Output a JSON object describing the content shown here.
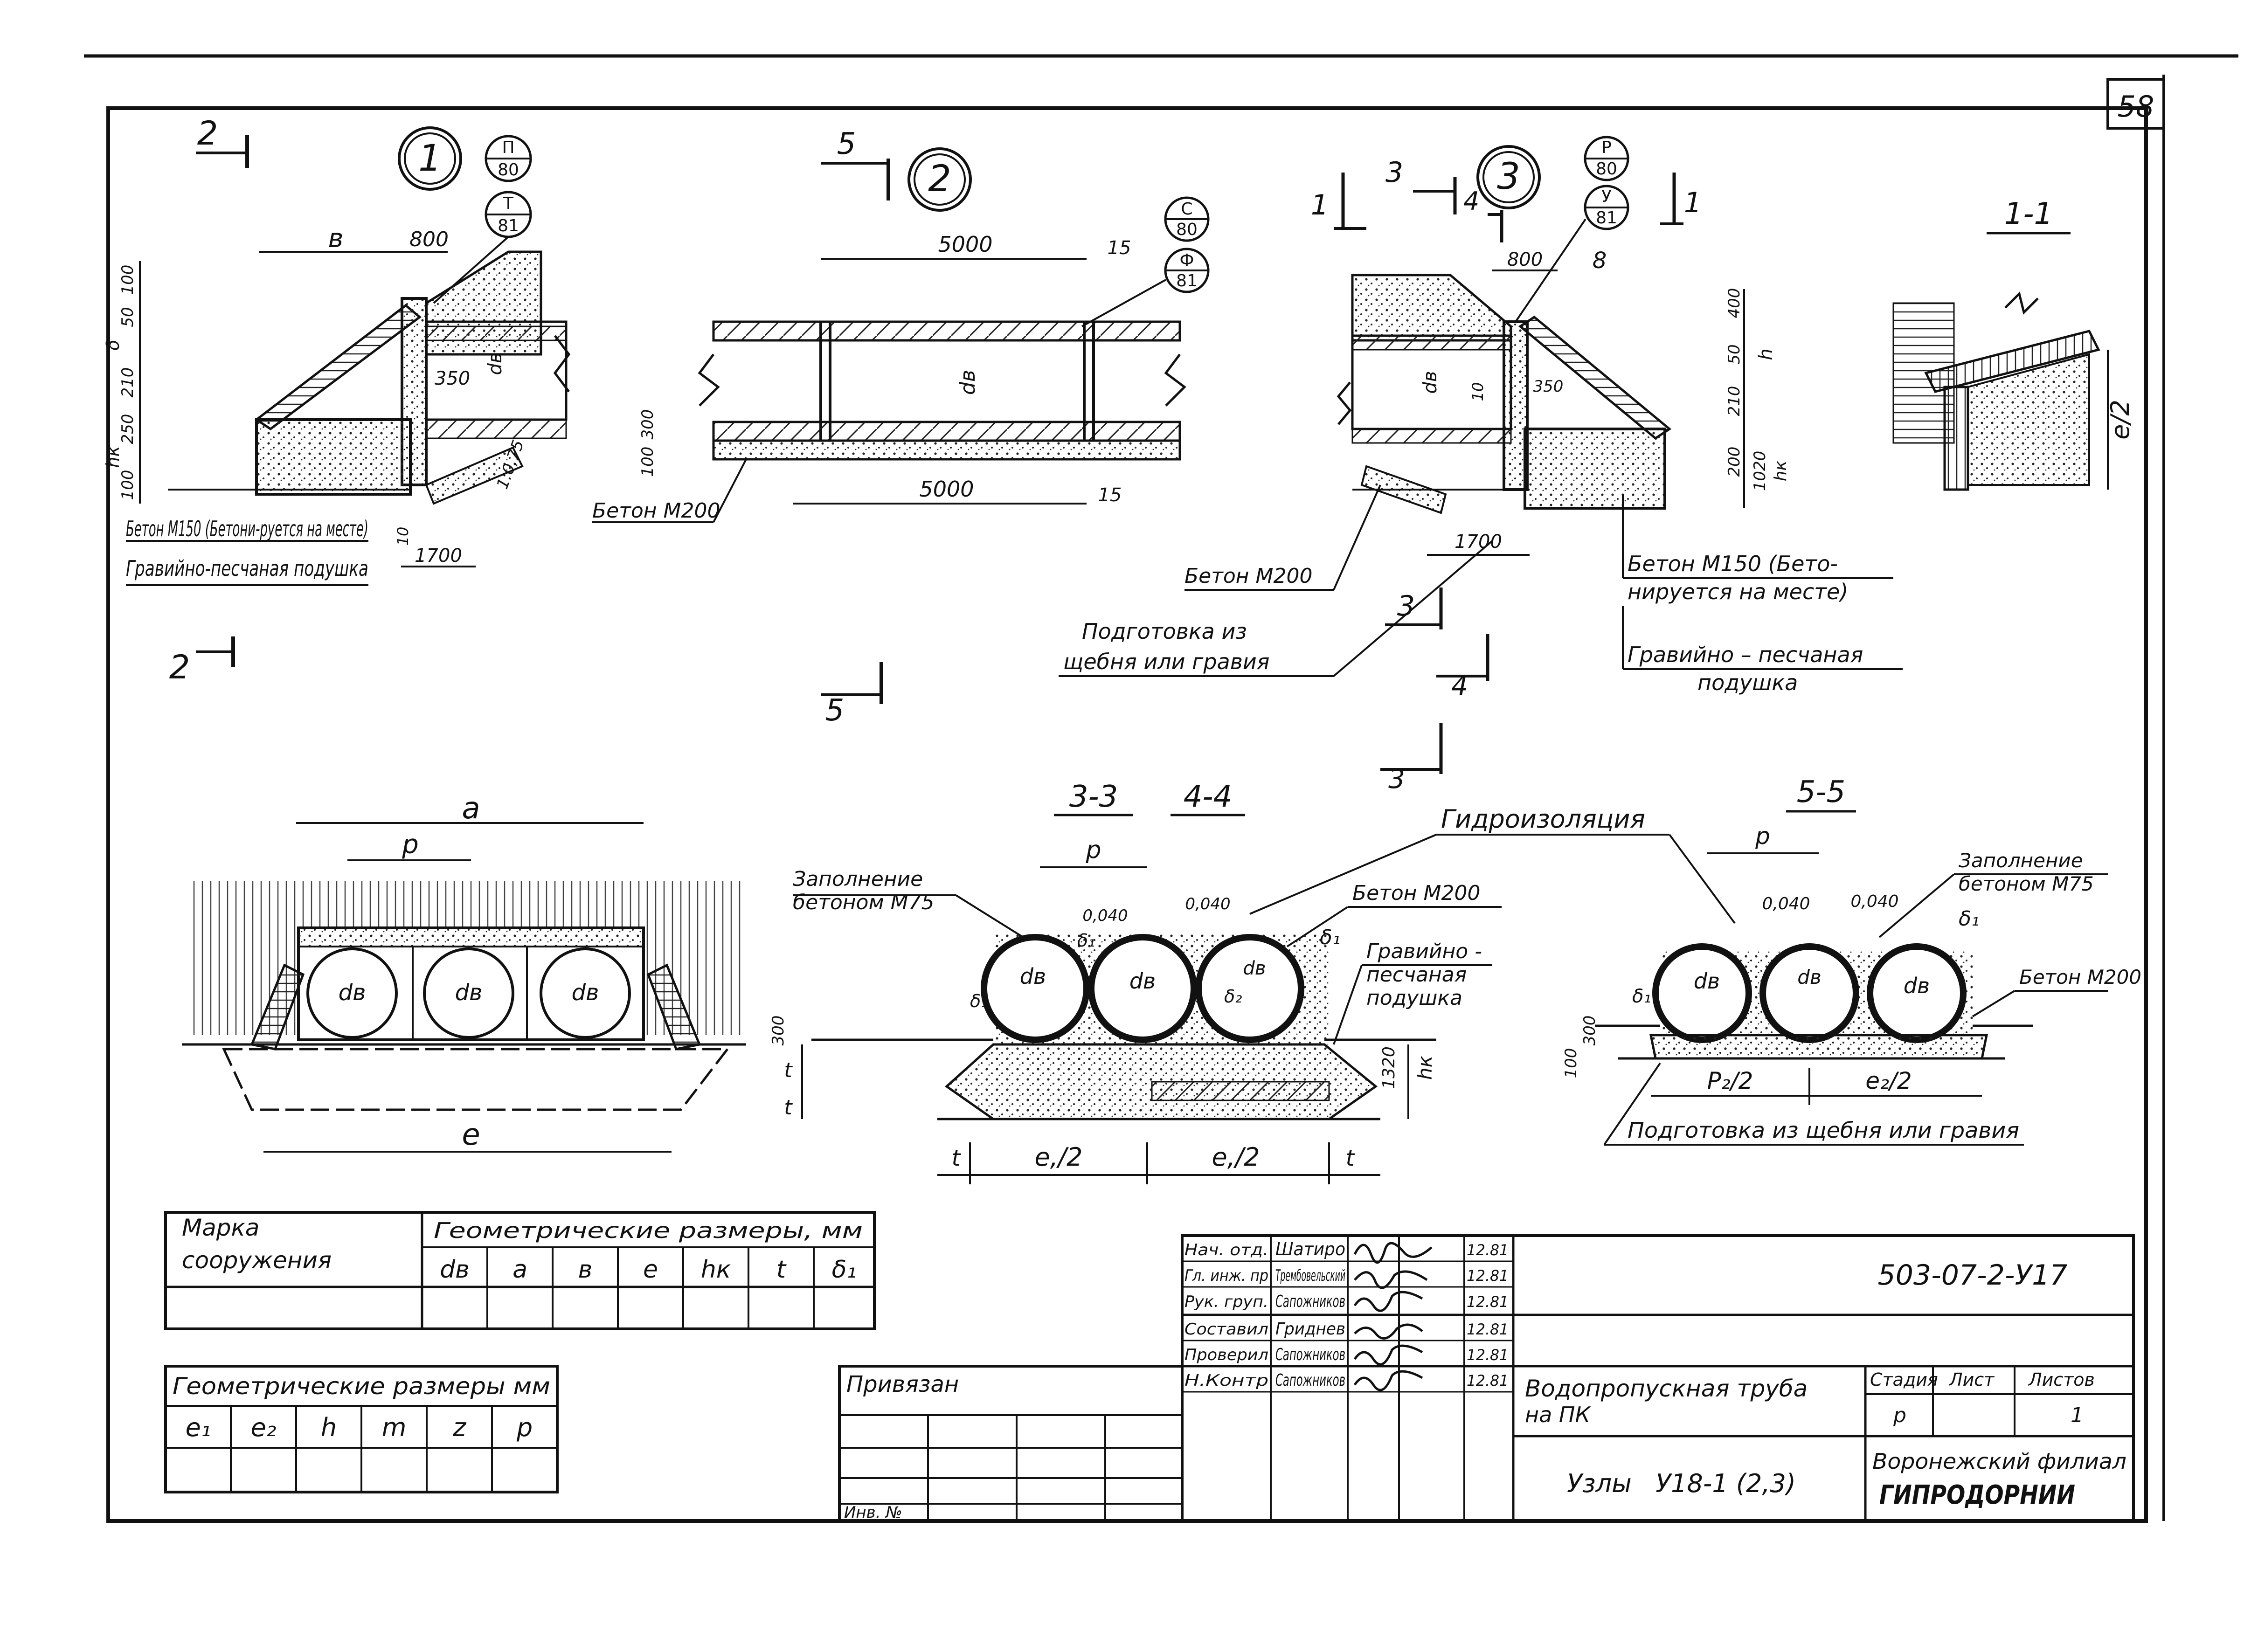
{
  "sheet_number": "58",
  "nodes": {
    "node1": {
      "number": "1",
      "ref_top": {
        "num": "П",
        "den": "80"
      },
      "ref_bottom": {
        "num": "Т",
        "den": "81"
      }
    },
    "node2": {
      "number": "2",
      "ref_top": {
        "num": "С",
        "den": "80"
      },
      "ref_bottom": {
        "num": "Ф",
        "den": "81"
      }
    },
    "node3": {
      "number": "3",
      "ref_top": {
        "num": "Р",
        "den": "80"
      },
      "ref_bottom": {
        "num": "У",
        "den": "81"
      }
    }
  },
  "section_marks": {
    "s2": "2",
    "s5": "5",
    "s1": "1",
    "s3": "3",
    "s4": "4"
  },
  "section_titles": {
    "t11": "1-1",
    "t33": "3-3",
    "t44": "4-4",
    "t55": "5-5"
  },
  "dims": {
    "b": "в",
    "d800": "800",
    "d5000": "5000",
    "d15": "15",
    "d350": "350",
    "d1700": "1700",
    "d8": "8",
    "d10": "10",
    "d100": "100",
    "d300": "300",
    "d1320": "1320",
    "d0040": "0,040",
    "a": "а",
    "p": "р",
    "e": "е",
    "e1half": "е,/2",
    "e2half": "е₂/2",
    "p2half": "Р₂/2",
    "t": "t",
    "hk": "hк",
    "dv": "dв",
    "e2": "е/2",
    "delta1": "δ₁",
    "delta2": "δ₂",
    "slope1": "1:0,75",
    "left_vertical": [
      "100",
      "50",
      "δ",
      "210",
      "250",
      "hк",
      "100"
    ],
    "right_vertical": [
      "400",
      "h",
      "50",
      "210",
      "200",
      "1020",
      "hк"
    ]
  },
  "annotations": {
    "concrete_m150": "Бетон М150 (Бетони-руется на месте)",
    "gravel_pad": "Гравийно-песчаная подушка",
    "concrete_m200_2": "Бетон М200",
    "concrete_m200_3": "Бетон М200",
    "prep_gravel": "Подготовка из щебня или гравия",
    "concrete_m150_right": "Бетон М150 (Бето-нируется на месте)",
    "gravel_pad_right": "Гравийно - песчаная подушка",
    "waterproofing": "Гидроизоляция",
    "fill_m75_a": "Заполнение бетоном М75",
    "concrete_m200_a": "Бетон М200",
    "gravel_pad_a": "Гравийно - песчаная подушка",
    "fill_m75_b": "Заполнение бетоном М75",
    "concrete_m200_b": "Бетон М200",
    "prep_gravel_b": "Подготовка из щебня или гравия"
  },
  "table1": {
    "col_mark": "Марка сооружения",
    "group": "Геометрические размеры, мм",
    "cols": [
      "dв",
      "а",
      "в",
      "е",
      "hк",
      "t",
      "δ₁"
    ]
  },
  "table2": {
    "group": "Геометрические размеры мм",
    "cols": [
      "е₁",
      "е₂",
      "h",
      "m",
      "z",
      "р"
    ]
  },
  "title_block": {
    "bound": "Привязан",
    "inv": "Инв. №",
    "code": "503-07-2-У17",
    "staff": [
      {
        "role": "Нач. отд.",
        "name": "Шатиро",
        "date": "12.81"
      },
      {
        "role": "Гл. инж. пр",
        "name": "Трембовельский",
        "date": "12.81"
      },
      {
        "role": "Рук. груп.",
        "name": "Сапожников",
        "date": "12.81"
      },
      {
        "role": "Составил",
        "name": "Гриднев",
        "date": "12.81"
      },
      {
        "role": "Проверил",
        "name": "Сапожников",
        "date": "12.81"
      },
      {
        "role": "Н.Контр",
        "name": "Сапожников",
        "date": "12.81"
      }
    ],
    "title_line1": "Водопропускная труба",
    "title_line2": "на ПК",
    "subtitle": "Узлы   У18-1 (2,3)",
    "stage_h": "Стадия",
    "sheet_h": "Лист",
    "sheets_h": "Листов",
    "stage_v": "р",
    "sheets_v": "1",
    "org1": "Воронежский филиал",
    "org2": "ГИПРОДОРНИИ"
  }
}
